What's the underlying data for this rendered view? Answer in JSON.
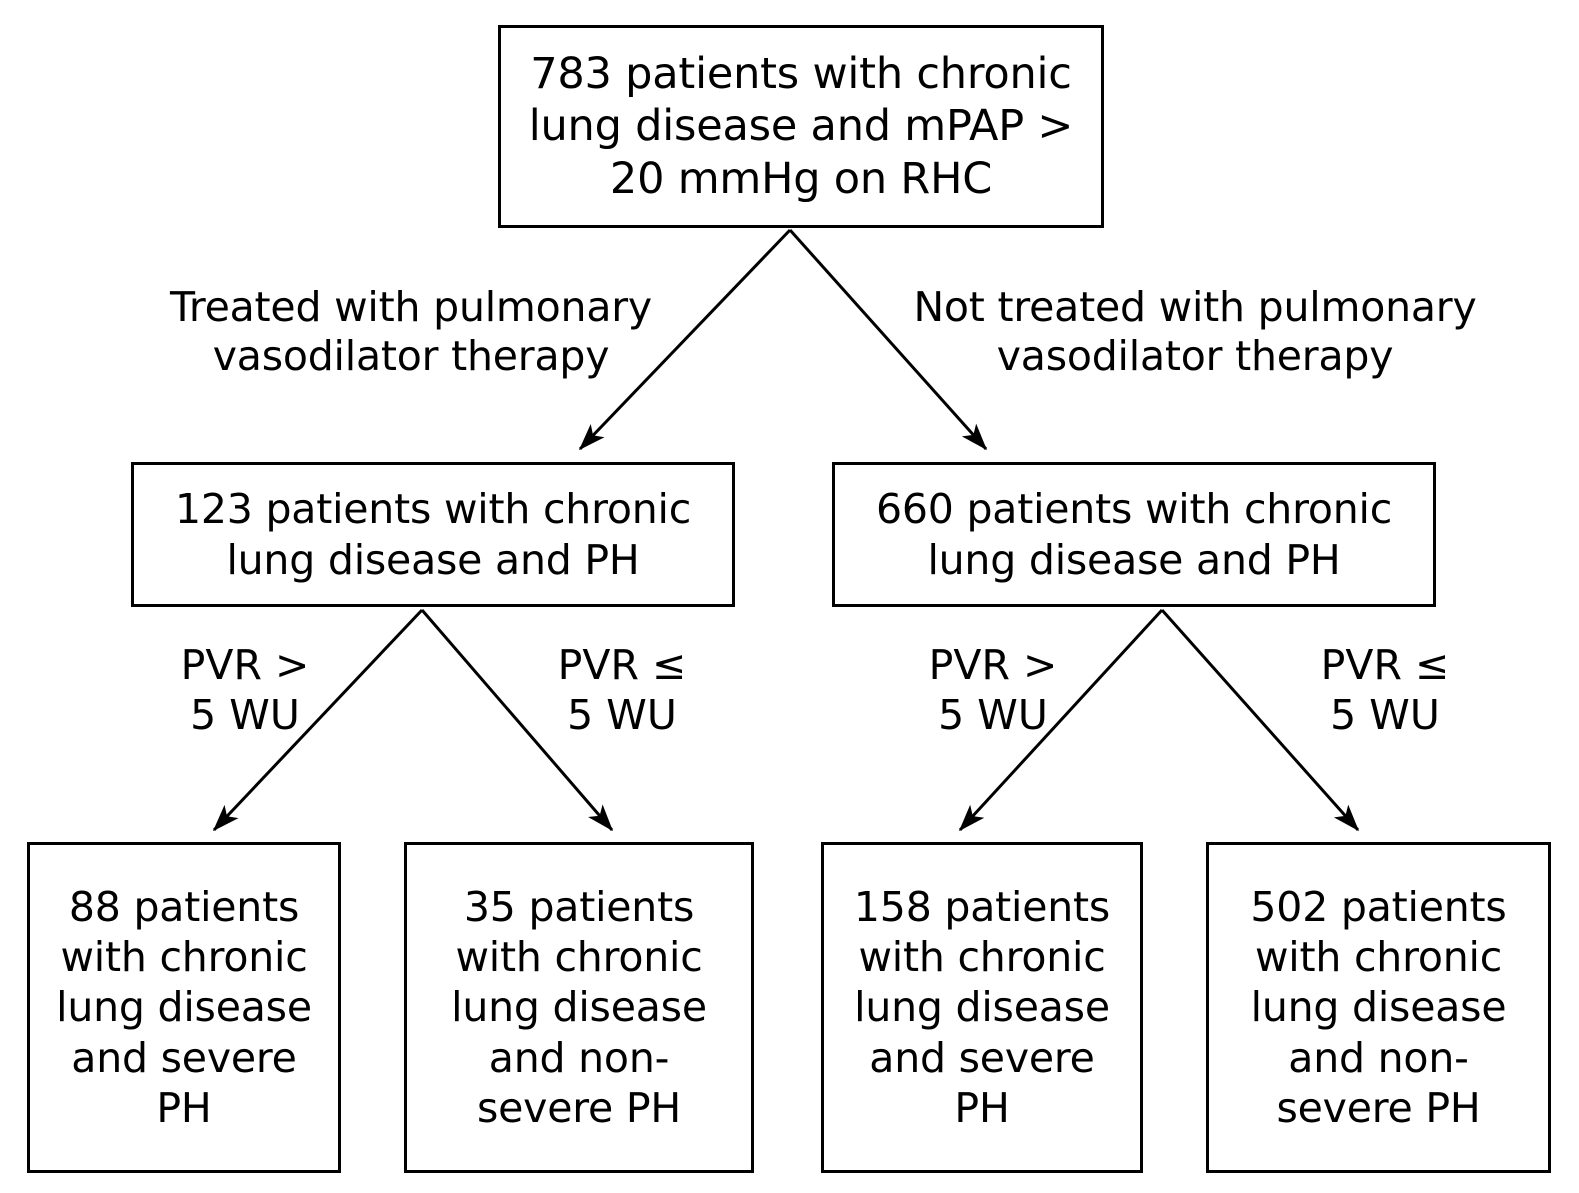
{
  "diagram": {
    "type": "flowchart",
    "title": "Patient cohort flow diagram for chronic lung disease and pulmonary hypertension",
    "colors": {
      "background": "#ffffff",
      "box_border": "#000000",
      "text": "#000000",
      "arrow": "#000000"
    },
    "nodes": {
      "root": {
        "id": "root",
        "count": 783,
        "text": "783 patients with chronic\nlung disease and mPAP >\n20 mmHg on RHC"
      },
      "treated": {
        "id": "treated",
        "count": 123,
        "text": "123 patients with chronic\nlung disease and PH"
      },
      "untreated": {
        "id": "untreated",
        "count": 660,
        "text": "660 patients with chronic\nlung disease and PH"
      },
      "severe_treated": {
        "id": "severe_treated",
        "count": 88,
        "text": "88 patients\nwith chronic\nlung disease\nand severe\nPH"
      },
      "nonsevere_treated": {
        "id": "nonsevere_treated",
        "count": 35,
        "text": "35 patients\nwith chronic\nlung disease\nand non-\nsevere PH"
      },
      "severe_untreated": {
        "id": "severe_untreated",
        "count": 158,
        "text": "158 patients\nwith chronic\nlung disease\nand severe\nPH"
      },
      "nonsevere_untreated": {
        "id": "nonsevere_untreated",
        "count": 502,
        "text": "502 patients\nwith chronic\nlung disease\nand non-\nsevere PH"
      }
    },
    "edge_labels": {
      "treated": "Treated with pulmonary\nvasodilator therapy",
      "untreated": "Not treated with pulmonary\nvasodilator therapy",
      "pvr_gt_left": "PVR >\n5 WU",
      "pvr_le_left": "PVR ≤\n5 WU",
      "pvr_gt_right": "PVR >\n5 WU",
      "pvr_le_right": "PVR ≤\n5 WU"
    }
  }
}
